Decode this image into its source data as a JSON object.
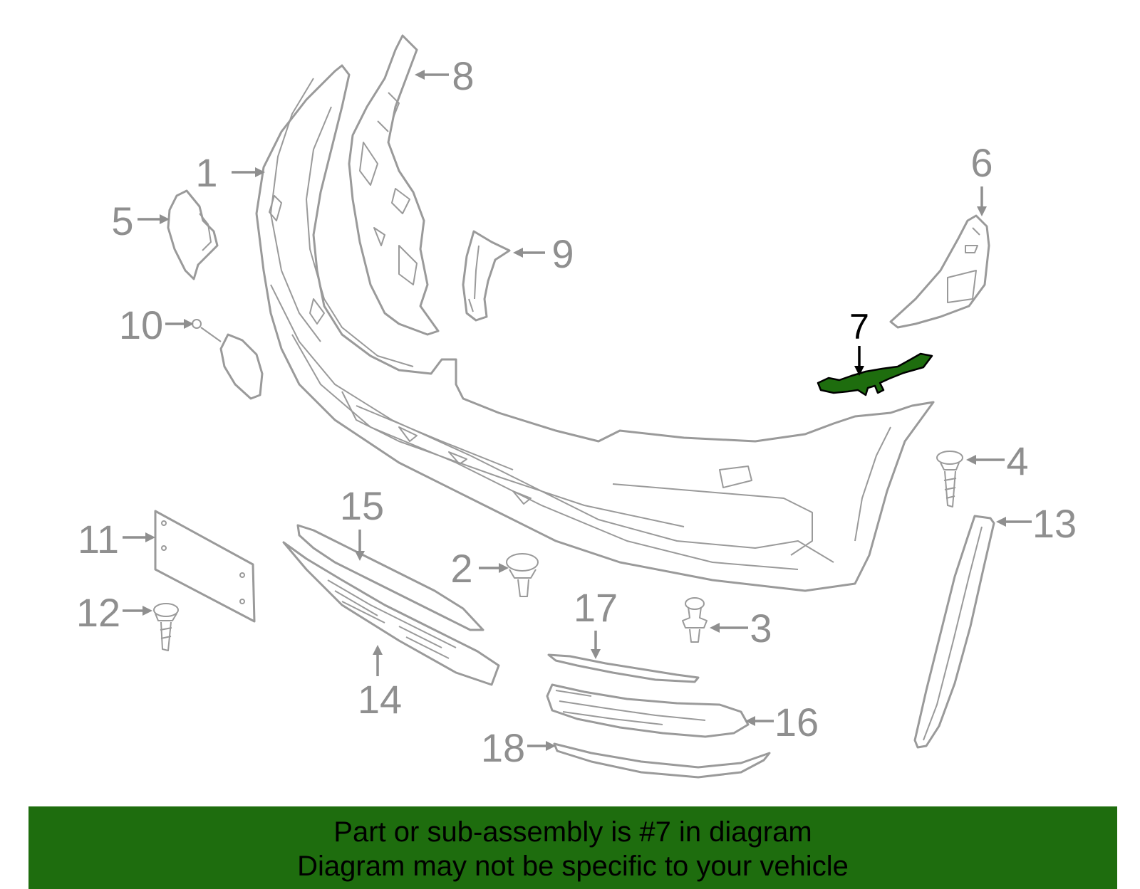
{
  "callouts": [
    {
      "id": "1",
      "label": "1"
    },
    {
      "id": "2",
      "label": "2"
    },
    {
      "id": "3",
      "label": "3"
    },
    {
      "id": "4",
      "label": "4"
    },
    {
      "id": "5",
      "label": "5"
    },
    {
      "id": "6",
      "label": "6"
    },
    {
      "id": "7",
      "label": "7"
    },
    {
      "id": "8",
      "label": "8"
    },
    {
      "id": "9",
      "label": "9"
    },
    {
      "id": "10",
      "label": "10"
    },
    {
      "id": "11",
      "label": "11"
    },
    {
      "id": "12",
      "label": "12"
    },
    {
      "id": "13",
      "label": "13"
    },
    {
      "id": "14",
      "label": "14"
    },
    {
      "id": "15",
      "label": "15"
    },
    {
      "id": "16",
      "label": "16"
    },
    {
      "id": "17",
      "label": "17"
    },
    {
      "id": "18",
      "label": "18"
    }
  ],
  "highlighted_part": "7",
  "colors": {
    "highlight": "#1e6d0e",
    "line": "#9a9a9a",
    "label": "#8f8f8f"
  },
  "banner": {
    "line1": "Part or sub-assembly is #7 in diagram",
    "line2": "Diagram may not be specific to your vehicle"
  }
}
